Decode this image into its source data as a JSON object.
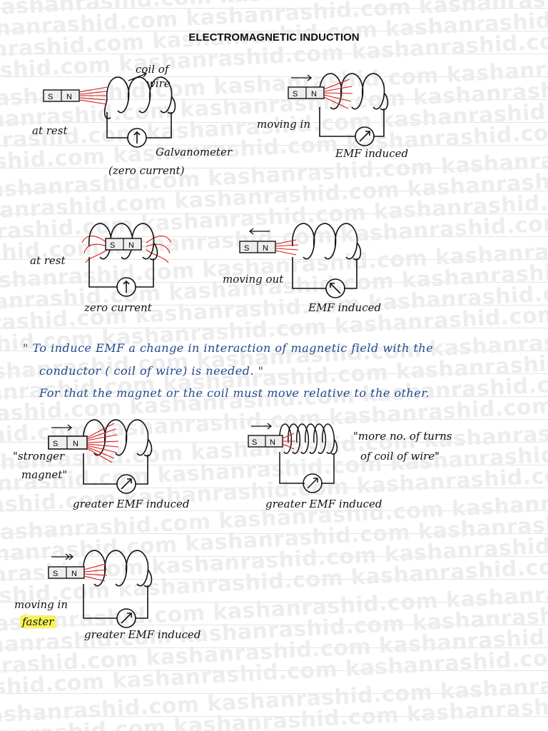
{
  "watermark": "kashanrashid.com",
  "title": "ELECTROMAGNETIC INDUCTION",
  "magnet": {
    "south": "S",
    "north": "N"
  },
  "panels": {
    "p1": {
      "state": "at rest",
      "coil_label_1": "coil of",
      "coil_label_2": "wire",
      "meter_label": "Galvanometer",
      "current_note": "(zero current)"
    },
    "p2": {
      "state": "moving in",
      "emf_label": "EMF induced"
    },
    "p3": {
      "state": "at rest",
      "current_note": "zero current"
    },
    "p4": {
      "state": "moving out",
      "emf_label": "EMF induced"
    },
    "p5": {
      "note_1": "\"stronger",
      "note_2": "magnet\"",
      "emf_label": "greater EMF induced"
    },
    "p6": {
      "note_1": "\"more no. of turns",
      "note_2": "of coil of wire\"",
      "emf_label": "greater EMF induced"
    },
    "p7": {
      "state_1": "moving in",
      "state_2": "faster",
      "emf_label": "greater EMF induced"
    }
  },
  "statement": {
    "line1": "\" To induce EMF a change in interaction of magnetic field with the",
    "line2": "conductor ( coil of wire) is needed. \"",
    "line3": "For that the magnet or the coil must move relative to the other."
  },
  "colors": {
    "ink": "#111111",
    "field_lines": "#d81b1b",
    "blue_ink": "#1f4a8c",
    "highlight": "#f7f35a",
    "rule_lines": "#e4e4e4"
  }
}
